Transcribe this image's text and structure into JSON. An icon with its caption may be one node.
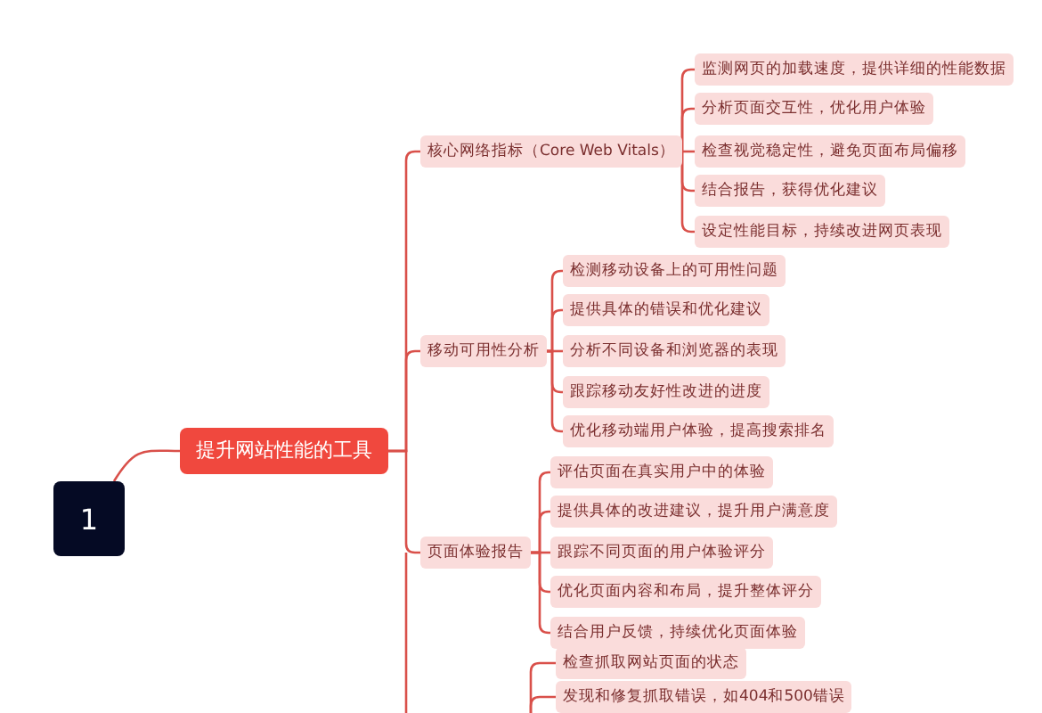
{
  "diagram": {
    "nodes": [
      {
        "text": [
          "1"
        ]
      },
      {
        "text": [
          "提升网站性能的工具"
        ]
      },
      {
        "text": [
          "核心网络指标（Core Web Vitals）"
        ]
      },
      {
        "text": [
          "监测网页的加载速度，提供详细的性能数据"
        ]
      },
      {
        "text": [
          "分析页面交互性，优化用户体验"
        ]
      },
      {
        "text": [
          "检查视觉稳定性，避免页面布局偏移"
        ]
      },
      {
        "text": [
          "结合报告，获得优化建议"
        ]
      },
      {
        "text": [
          "设定性能目标，持续改进网页表现"
        ]
      },
      {
        "text": [
          "移动可用性分析"
        ]
      },
      {
        "text": [
          "检测移动设备上的可用性问题"
        ]
      },
      {
        "text": [
          "提供具体的错误和优化建议"
        ]
      },
      {
        "text": [
          "分析不同设备和浏览器的表现"
        ]
      },
      {
        "text": [
          "跟踪移动友好性改进的进度"
        ]
      },
      {
        "text": [
          "优化移动端用户体验，提高搜索排名"
        ]
      },
      {
        "text": [
          "页面体验报告"
        ]
      },
      {
        "text": [
          "评估页面在真实用户中的体验"
        ]
      },
      {
        "text": [
          "提供具体的改进建议，提升用户满意度"
        ]
      },
      {
        "text": [
          "跟踪不同页面的用户体验评分"
        ]
      },
      {
        "text": [
          "优化页面内容和布局，提升整体评分"
        ]
      },
      {
        "text": [
          "结合用户反馈，持续优化页面体验"
        ]
      },
      {
        "text": [
          "检查抓取网站页面的状态"
        ]
      },
      {
        "text": [
          "发现和修复抓取错误，如404和500错误"
        ]
      }
    ],
    "edges": [
      {
        "from": 0,
        "to": 1,
        "arrow": "none"
      },
      {
        "from": 1,
        "to": 2,
        "arrow": "none"
      },
      {
        "from": 1,
        "to": 8,
        "arrow": "none"
      },
      {
        "from": 1,
        "to": 14,
        "arrow": "none"
      },
      {
        "from": 2,
        "to": 3,
        "arrow": "none"
      },
      {
        "from": 2,
        "to": 4,
        "arrow": "none"
      },
      {
        "from": 2,
        "to": 5,
        "arrow": "none"
      },
      {
        "from": 2,
        "to": 6,
        "arrow": "none"
      },
      {
        "from": 2,
        "to": 7,
        "arrow": "none"
      },
      {
        "from": 8,
        "to": 9,
        "arrow": "none"
      },
      {
        "from": 8,
        "to": 10,
        "arrow": "none"
      },
      {
        "from": 8,
        "to": 11,
        "arrow": "none"
      },
      {
        "from": 8,
        "to": 12,
        "arrow": "none"
      },
      {
        "from": 8,
        "to": 13,
        "arrow": "none"
      },
      {
        "from": 14,
        "to": 15,
        "arrow": "none"
      },
      {
        "from": 14,
        "to": 16,
        "arrow": "none"
      },
      {
        "from": 14,
        "to": 17,
        "arrow": "none"
      },
      {
        "from": 14,
        "to": 18,
        "arrow": "none"
      },
      {
        "from": 14,
        "to": 19,
        "arrow": "none"
      },
      {
        "from": null,
        "to": 20,
        "arrow": "none"
      },
      {
        "from": null,
        "to": 21,
        "arrow": "none"
      }
    ]
  }
}
